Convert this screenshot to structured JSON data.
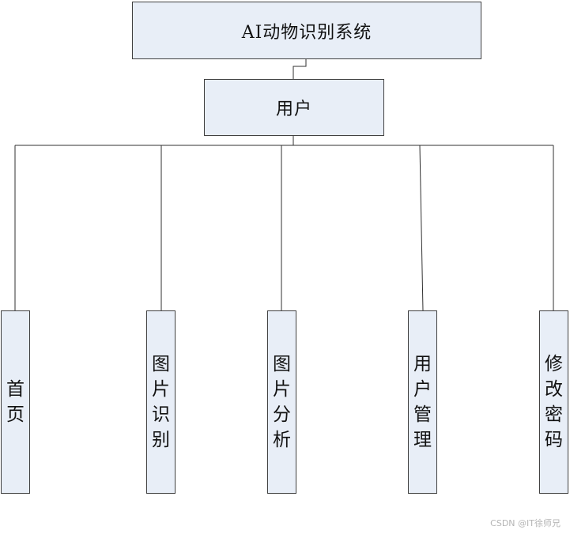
{
  "diagram": {
    "root": {
      "label": "AI动物识别系统"
    },
    "user": {
      "label": "用户"
    },
    "modules": [
      {
        "label": "首页"
      },
      {
        "label": "图片识别"
      },
      {
        "label": "图片分析"
      },
      {
        "label": "用户管理"
      },
      {
        "label": "修改密码"
      }
    ]
  },
  "watermark": "CSDN @IT徐师兄",
  "colors": {
    "box_fill": "#e8eef7",
    "box_border": "#404040",
    "line": "#303030"
  }
}
